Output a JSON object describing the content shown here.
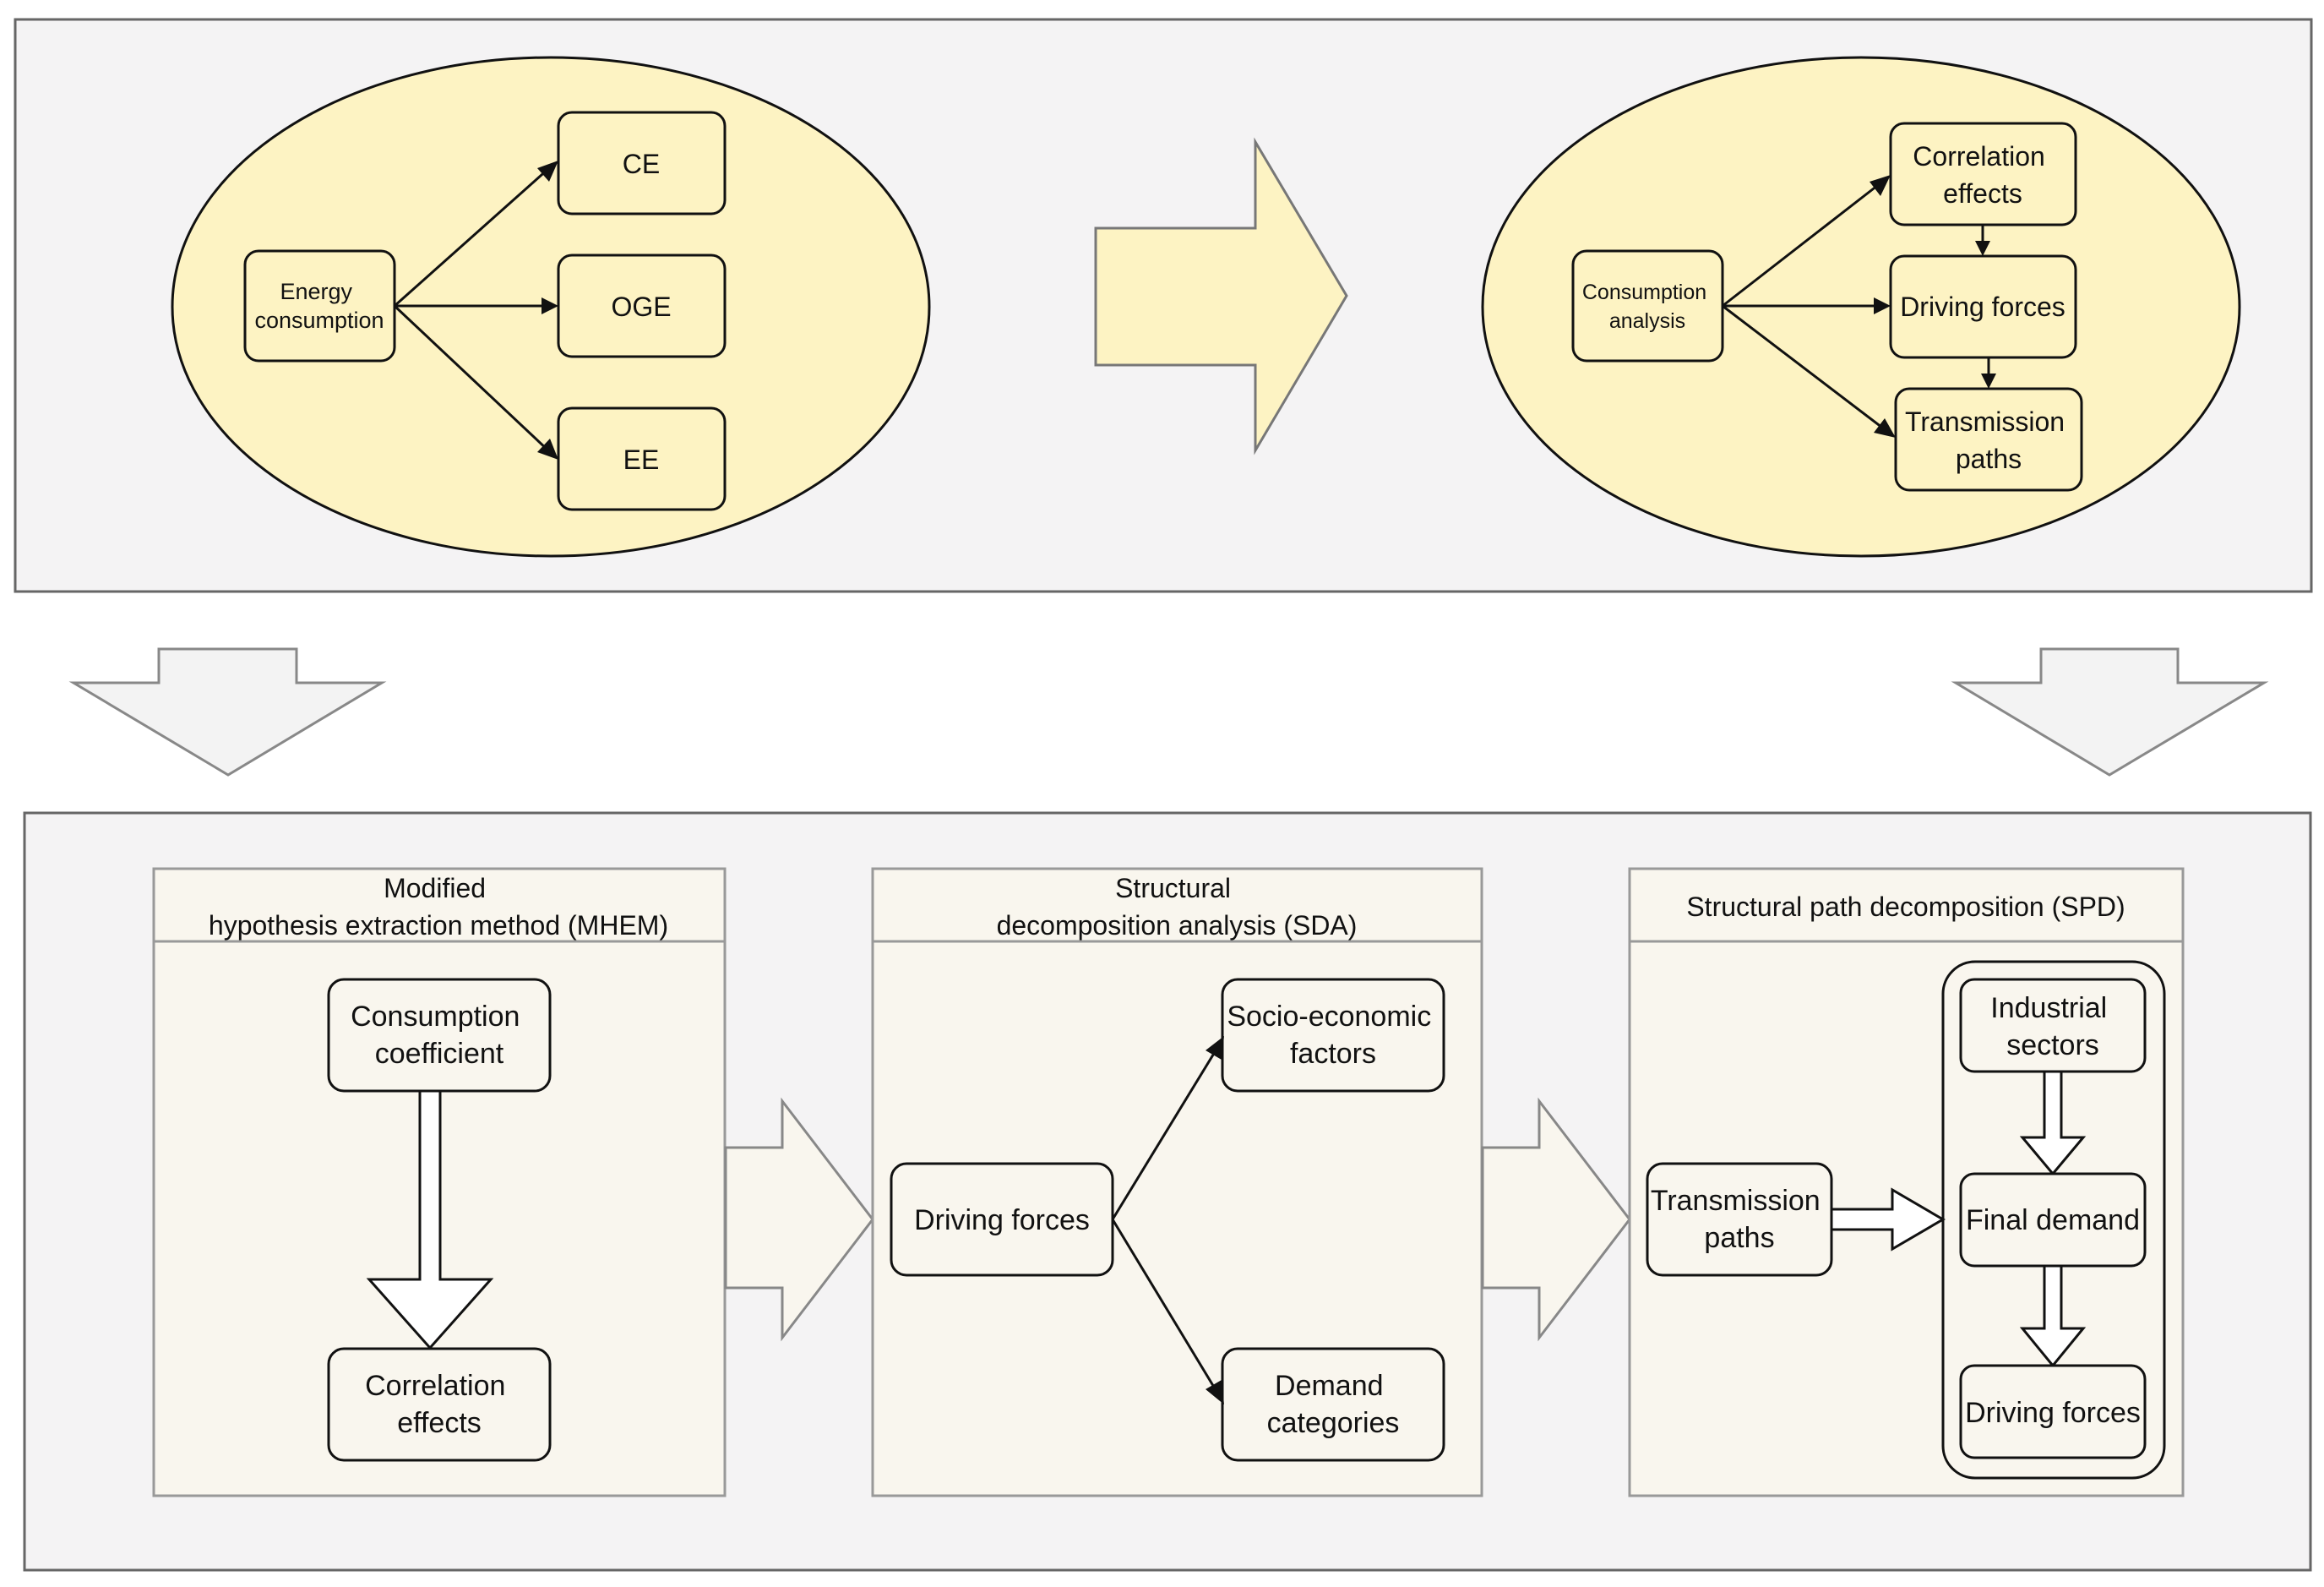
{
  "top": {
    "left_group": {
      "source": [
        "Energy",
        "consumption"
      ],
      "targets": [
        [
          "CE"
        ],
        [
          "OGE"
        ],
        [
          "EE"
        ]
      ]
    },
    "right_group": {
      "source": [
        "Consumption",
        "analysis"
      ],
      "targets": [
        [
          "Correlation",
          "effects"
        ],
        [
          "Driving forces"
        ],
        [
          "Transmission",
          "paths"
        ]
      ]
    }
  },
  "bottom": {
    "mhem": {
      "title": [
        "Modified",
        "hypothesis extraction method (MHEM)"
      ],
      "from": [
        "Consumption",
        "coefficient"
      ],
      "to": [
        "Correlation",
        "effects"
      ]
    },
    "sda": {
      "title": [
        "Structural",
        "decomposition analysis (SDA)"
      ],
      "source": [
        "Driving forces"
      ],
      "targets": [
        [
          "Socio-economic",
          "factors"
        ],
        [
          "Demand",
          "categories"
        ]
      ]
    },
    "spd": {
      "title": [
        "Structural path decomposition (SPD)"
      ],
      "source": [
        "Transmission",
        "paths"
      ],
      "chain": [
        [
          "Industrial",
          "sectors"
        ],
        [
          "Final demand"
        ],
        [
          "Driving forces"
        ]
      ]
    }
  },
  "colors": {
    "panel_bg": "#f4f3f4",
    "panel_border": "#666666",
    "ellipse_fill": "#fdf3c3",
    "node_fill": "#fdf3c3",
    "section_fill": "#f9f6ee",
    "section_border": "#999999",
    "big_arrow_fill": "#fdf3c3",
    "down_arrow_fill": "#f3f3f3",
    "flow_arrow_fill": "#f9f6ee"
  }
}
